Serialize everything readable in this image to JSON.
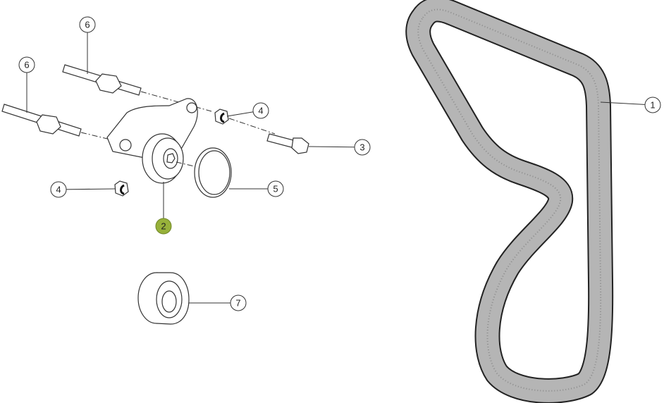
{
  "diagram": {
    "callouts": [
      {
        "id": "1",
        "label": "1",
        "part": "belt"
      },
      {
        "id": "2",
        "label": "2",
        "part": "tensioner",
        "highlighted": true
      },
      {
        "id": "3",
        "label": "3",
        "part": "bolt"
      },
      {
        "id": "4a",
        "label": "4",
        "part": "nut"
      },
      {
        "id": "4b",
        "label": "4",
        "part": "nut"
      },
      {
        "id": "5",
        "label": "5",
        "part": "cover"
      },
      {
        "id": "6a",
        "label": "6",
        "part": "stud"
      },
      {
        "id": "6b",
        "label": "6",
        "part": "stud"
      },
      {
        "id": "7",
        "label": "7",
        "part": "idler-pulley"
      }
    ],
    "highlight_color": "#97b13a"
  }
}
